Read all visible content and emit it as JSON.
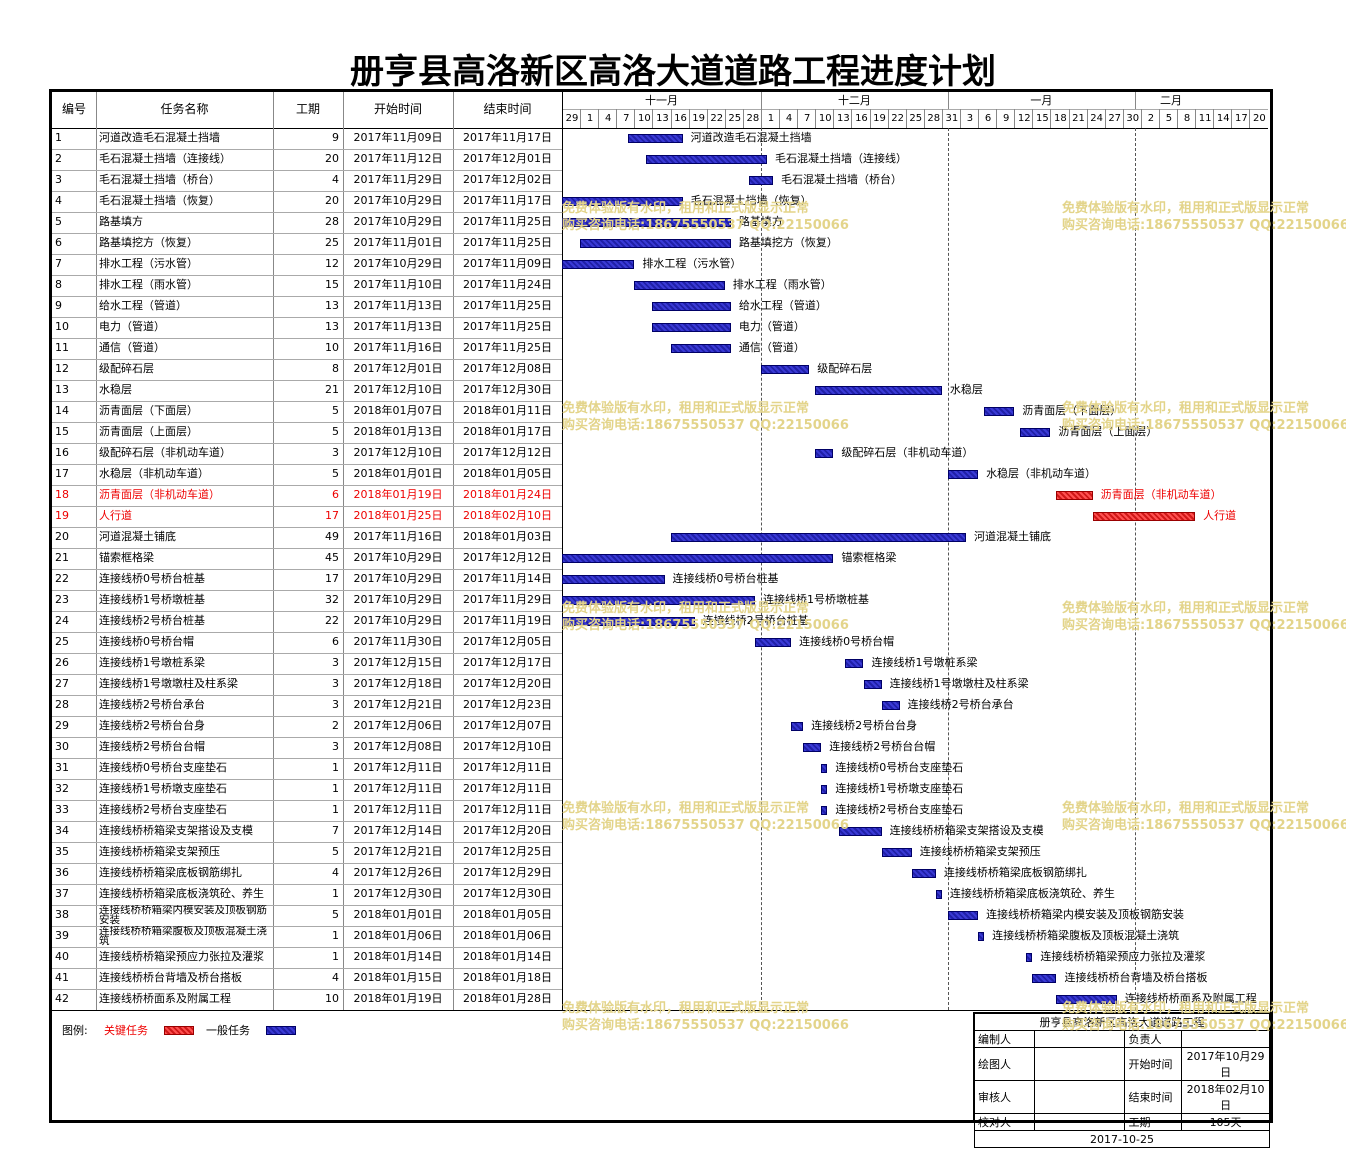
{
  "title": "册亨县高洛新区高洛大道道路工程进度计划",
  "columns": {
    "id": "编号",
    "name": "任务名称",
    "dur": "工期",
    "start": "开始时间",
    "end": "结束时间"
  },
  "months": [
    "十一月",
    "十二月",
    "一月",
    "二月"
  ],
  "day_ticks": [
    "29",
    "1",
    "4",
    "7",
    "10",
    "13",
    "16",
    "19",
    "22",
    "25",
    "28",
    "1",
    "4",
    "7",
    "10",
    "13",
    "16",
    "19",
    "22",
    "25",
    "28",
    "31",
    "3",
    "6",
    "9",
    "12",
    "15",
    "18",
    "21",
    "24",
    "27",
    "30",
    "2",
    "5",
    "8",
    "11",
    "14",
    "17",
    "20"
  ],
  "colors": {
    "critical": "#ee0000",
    "normal_bar": "#2a2ac0",
    "watermark": "#e3d48a"
  },
  "tasks": [
    {
      "id": "1",
      "name": "河道改造毛石混凝土挡墙",
      "dur": "9",
      "start": "2017年11月09日",
      "end": "2017年11月17日",
      "critical": false
    },
    {
      "id": "2",
      "name": "毛石混凝土挡墙（连接线）",
      "dur": "20",
      "start": "2017年11月12日",
      "end": "2017年12月01日",
      "critical": false
    },
    {
      "id": "3",
      "name": "毛石混凝土挡墙（桥台）",
      "dur": "4",
      "start": "2017年11月29日",
      "end": "2017年12月02日",
      "critical": false
    },
    {
      "id": "4",
      "name": "毛石混凝土挡墙（恢复）",
      "dur": "20",
      "start": "2017年10月29日",
      "end": "2017年11月17日",
      "critical": false
    },
    {
      "id": "5",
      "name": "路基填方",
      "dur": "28",
      "start": "2017年10月29日",
      "end": "2017年11月25日",
      "critical": false
    },
    {
      "id": "6",
      "name": "路基填挖方（恢复）",
      "dur": "25",
      "start": "2017年11月01日",
      "end": "2017年11月25日",
      "critical": false
    },
    {
      "id": "7",
      "name": "排水工程（污水管）",
      "dur": "12",
      "start": "2017年10月29日",
      "end": "2017年11月09日",
      "critical": false
    },
    {
      "id": "8",
      "name": "排水工程（雨水管）",
      "dur": "15",
      "start": "2017年11月10日",
      "end": "2017年11月24日",
      "critical": false
    },
    {
      "id": "9",
      "name": "给水工程（管道）",
      "dur": "13",
      "start": "2017年11月13日",
      "end": "2017年11月25日",
      "critical": false
    },
    {
      "id": "10",
      "name": "电力（管道）",
      "dur": "13",
      "start": "2017年11月13日",
      "end": "2017年11月25日",
      "critical": false
    },
    {
      "id": "11",
      "name": "通信（管道）",
      "dur": "10",
      "start": "2017年11月16日",
      "end": "2017年11月25日",
      "critical": false
    },
    {
      "id": "12",
      "name": "级配碎石层",
      "dur": "8",
      "start": "2017年12月01日",
      "end": "2017年12月08日",
      "critical": false
    },
    {
      "id": "13",
      "name": "水稳层",
      "dur": "21",
      "start": "2017年12月10日",
      "end": "2017年12月30日",
      "critical": false
    },
    {
      "id": "14",
      "name": "沥青面层（下面层）",
      "dur": "5",
      "start": "2018年01月07日",
      "end": "2018年01月11日",
      "critical": false
    },
    {
      "id": "15",
      "name": "沥青面层（上面层）",
      "dur": "5",
      "start": "2018年01月13日",
      "end": "2018年01月17日",
      "critical": false
    },
    {
      "id": "16",
      "name": "级配碎石层（非机动车道）",
      "dur": "3",
      "start": "2017年12月10日",
      "end": "2017年12月12日",
      "critical": false
    },
    {
      "id": "17",
      "name": "水稳层（非机动车道）",
      "dur": "5",
      "start": "2018年01月01日",
      "end": "2018年01月05日",
      "critical": false
    },
    {
      "id": "18",
      "name": "沥青面层（非机动车道）",
      "dur": "6",
      "start": "2018年01月19日",
      "end": "2018年01月24日",
      "critical": true
    },
    {
      "id": "19",
      "name": "人行道",
      "dur": "17",
      "start": "2018年01月25日",
      "end": "2018年02月10日",
      "critical": true
    },
    {
      "id": "20",
      "name": "河道混凝土铺底",
      "dur": "49",
      "start": "2017年11月16日",
      "end": "2018年01月03日",
      "critical": false
    },
    {
      "id": "21",
      "name": "锚索框格梁",
      "dur": "45",
      "start": "2017年10月29日",
      "end": "2017年12月12日",
      "critical": false
    },
    {
      "id": "22",
      "name": "连接线桥0号桥台桩基",
      "dur": "17",
      "start": "2017年10月29日",
      "end": "2017年11月14日",
      "critical": false
    },
    {
      "id": "23",
      "name": "连接线桥1号桥墩桩基",
      "dur": "32",
      "start": "2017年10月29日",
      "end": "2017年11月29日",
      "critical": false
    },
    {
      "id": "24",
      "name": "连接线桥2号桥台桩基",
      "dur": "22",
      "start": "2017年10月29日",
      "end": "2017年11月19日",
      "critical": false
    },
    {
      "id": "25",
      "name": "连接线桥0号桥台帽",
      "dur": "6",
      "start": "2017年11月30日",
      "end": "2017年12月05日",
      "critical": false
    },
    {
      "id": "26",
      "name": "连接线桥1号墩桩系梁",
      "dur": "3",
      "start": "2017年12月15日",
      "end": "2017年12月17日",
      "critical": false
    },
    {
      "id": "27",
      "name": "连接线桥1号墩墩柱及柱系梁",
      "dur": "3",
      "start": "2017年12月18日",
      "end": "2017年12月20日",
      "critical": false
    },
    {
      "id": "28",
      "name": "连接线桥2号桥台承台",
      "dur": "3",
      "start": "2017年12月21日",
      "end": "2017年12月23日",
      "critical": false
    },
    {
      "id": "29",
      "name": "连接线桥2号桥台台身",
      "dur": "2",
      "start": "2017年12月06日",
      "end": "2017年12月07日",
      "critical": false
    },
    {
      "id": "30",
      "name": "连接线桥2号桥台台帽",
      "dur": "3",
      "start": "2017年12月08日",
      "end": "2017年12月10日",
      "critical": false
    },
    {
      "id": "31",
      "name": "连接线桥0号桥台支座垫石",
      "dur": "1",
      "start": "2017年12月11日",
      "end": "2017年12月11日",
      "critical": false
    },
    {
      "id": "32",
      "name": "连接线桥1号桥墩支座垫石",
      "dur": "1",
      "start": "2017年12月11日",
      "end": "2017年12月11日",
      "critical": false
    },
    {
      "id": "33",
      "name": "连接线桥2号桥台支座垫石",
      "dur": "1",
      "start": "2017年12月11日",
      "end": "2017年12月11日",
      "critical": false
    },
    {
      "id": "34",
      "name": "连接线桥桥箱梁支架搭设及支模",
      "dur": "7",
      "start": "2017年12月14日",
      "end": "2017年12月20日",
      "critical": false
    },
    {
      "id": "35",
      "name": "连接线桥桥箱梁支架预压",
      "dur": "5",
      "start": "2017年12月21日",
      "end": "2017年12月25日",
      "critical": false
    },
    {
      "id": "36",
      "name": "连接线桥桥箱梁底板钢筋绑扎",
      "dur": "4",
      "start": "2017年12月26日",
      "end": "2017年12月29日",
      "critical": false
    },
    {
      "id": "37",
      "name": "连接线桥桥箱梁底板浇筑砼、养生",
      "dur": "1",
      "start": "2017年12月30日",
      "end": "2017年12月30日",
      "critical": false
    },
    {
      "id": "38",
      "name": "连接线桥桥箱梁内模安装及顶板钢筋安装",
      "dur": "5",
      "start": "2018年01月01日",
      "end": "2018年01月05日",
      "critical": false
    },
    {
      "id": "39",
      "name": "连接线桥桥箱梁腹板及顶板混凝土浇筑",
      "dur": "1",
      "start": "2018年01月06日",
      "end": "2018年01月06日",
      "critical": false
    },
    {
      "id": "40",
      "name": "连接线桥桥箱梁预应力张拉及灌浆",
      "dur": "1",
      "start": "2018年01月14日",
      "end": "2018年01月14日",
      "critical": false
    },
    {
      "id": "41",
      "name": "连接线桥桥台背墙及桥台搭板",
      "dur": "4",
      "start": "2018年01月15日",
      "end": "2018年01月18日",
      "critical": false
    },
    {
      "id": "42",
      "name": "连接线桥桥面系及附属工程",
      "dur": "10",
      "start": "2018年01月19日",
      "end": "2018年01月28日",
      "critical": false
    }
  ],
  "legend": {
    "label": "图例:",
    "critical": "关键任务",
    "normal": "一般任务"
  },
  "watermark": {
    "line1": "免费体验版有水印，租用和正式版显示正常",
    "line2": "购买咨询电话:18675550537 QQ:22150066"
  },
  "info": {
    "project": "册亨县高洛新区高洛大道道路工程",
    "rows": [
      [
        "编制人",
        "",
        "负责人",
        ""
      ],
      [
        "绘图人",
        "",
        "开始时间",
        "2017年10月29日"
      ],
      [
        "审核人",
        "",
        "结束时间",
        "2018年02月10日"
      ],
      [
        "校对人",
        "",
        "工期",
        "105天"
      ]
    ],
    "date": "2017-10-25"
  }
}
